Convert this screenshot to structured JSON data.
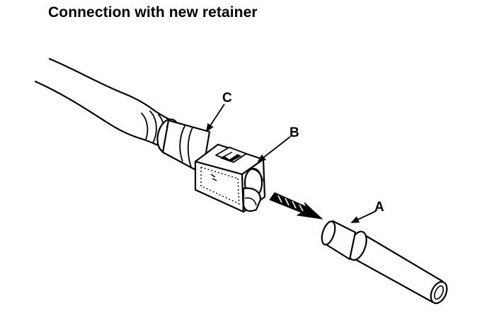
{
  "title": "Connection with new retainer",
  "labels": {
    "a": "A",
    "b": "B",
    "c": "C"
  },
  "colors": {
    "ink": "#000000",
    "paper": "#ffffff"
  }
}
